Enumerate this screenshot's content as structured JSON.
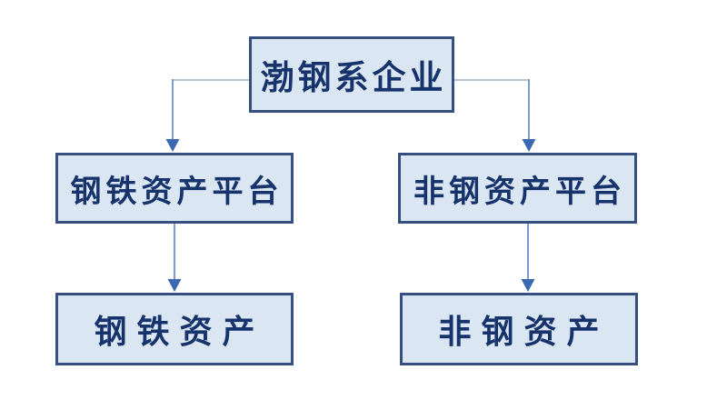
{
  "diagram": {
    "type": "org-flowchart",
    "background": "#ffffff",
    "colors": {
      "node_fill": "#dbe6f3",
      "node_border": "#35507e",
      "node_text": "#17336b",
      "connector_horizontal": "#a6b0c0",
      "connector_vertical": "#7e9bce",
      "arrowhead": "#3a68b2"
    },
    "nodes": [
      {
        "label": "渤钢系企业",
        "level": 0
      },
      {
        "label": "钢铁资产平台",
        "level": 1
      },
      {
        "label": "非钢资产平台",
        "level": 1
      },
      {
        "label": "钢铁资产",
        "level": 2
      },
      {
        "label": "非钢资产",
        "level": 2
      }
    ],
    "edges": [
      {
        "from": "渤钢系企业",
        "to": "钢铁资产平台"
      },
      {
        "from": "渤钢系企业",
        "to": "非钢资产平台"
      },
      {
        "from": "钢铁资产平台",
        "to": "钢铁资产"
      },
      {
        "from": "非钢资产平台",
        "to": "非钢资产"
      }
    ]
  }
}
